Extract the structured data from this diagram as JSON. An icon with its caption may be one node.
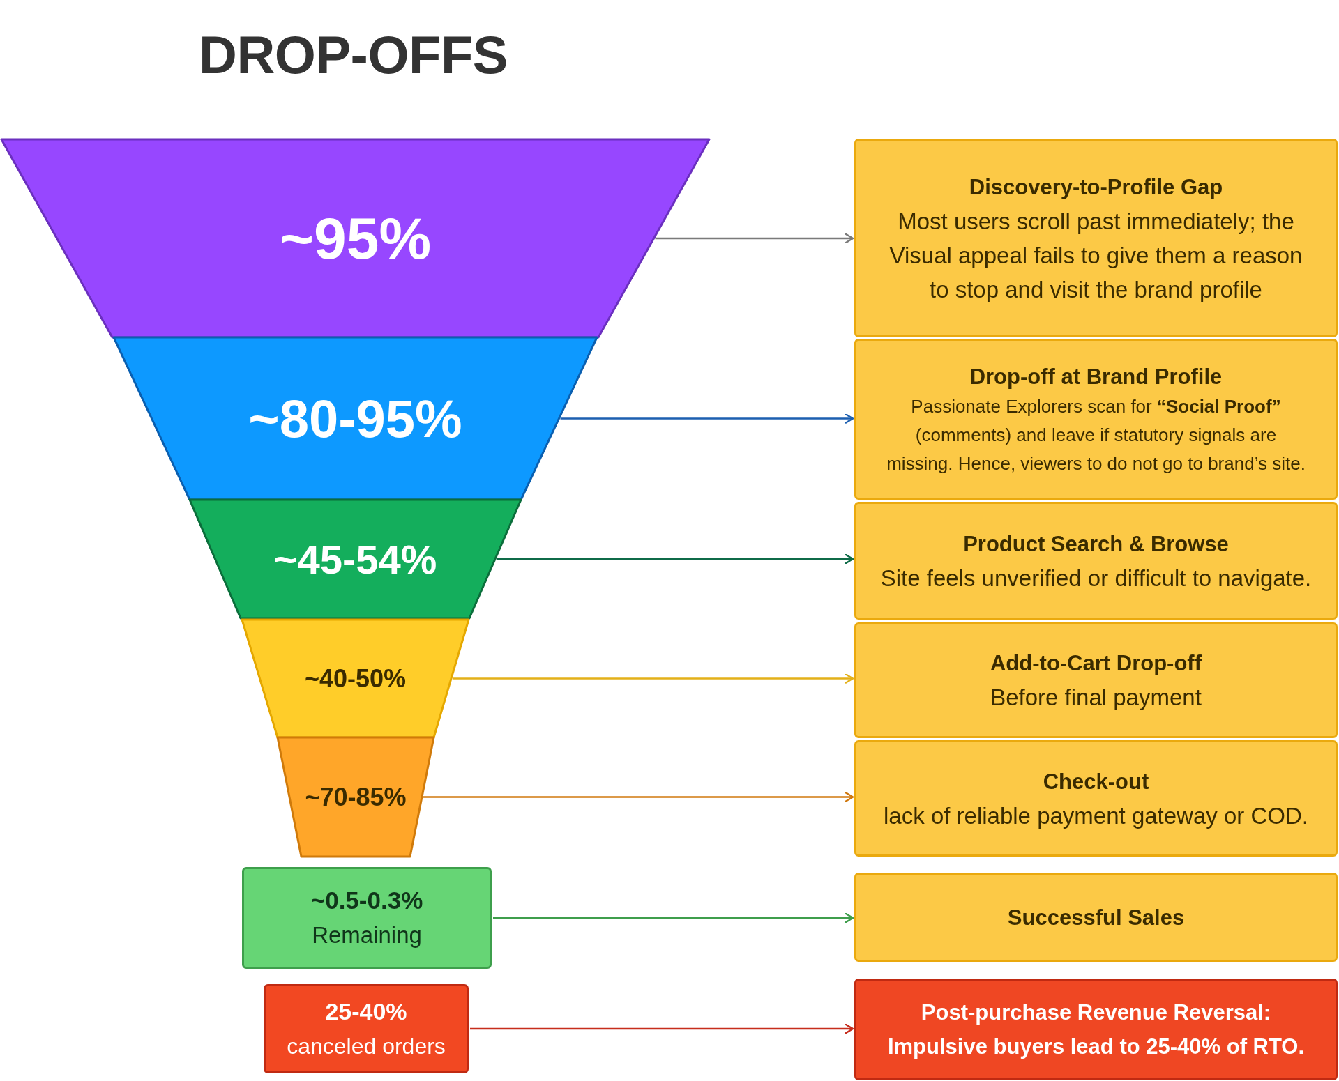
{
  "diagram": {
    "title": "DROP-OFFS",
    "nodes": [
      {
        "text": [
          "~95%"
        ]
      },
      {
        "text": [
          "Discovery-to-Profile Gap",
          "Most users scroll past immediately; the Visual appeal fails to give them a reason to stop and visit the brand profile"
        ]
      },
      {
        "text": [
          "~80-95%"
        ]
      },
      {
        "text": [
          "Drop-off at Brand Profile",
          "Passionate Explorers scan for **“Social Proof”** (comments) and leave if statutory signals are missing. Hence, viewers to do not go to brand’s site."
        ]
      },
      {
        "text": [
          "~45-54%"
        ]
      },
      {
        "text": [
          "Product Search & Browse",
          "Site feels unverified or difficult to navigate."
        ]
      },
      {
        "text": [
          "~40-50%"
        ]
      },
      {
        "text": [
          "Add-to-Cart Drop-off",
          "Before final payment"
        ]
      },
      {
        "text": [
          "~70-85%"
        ]
      },
      {
        "text": [
          "Check-out",
          "lack of reliable payment gateway or COD."
        ]
      },
      {
        "text": [
          "~0.5-0.3%",
          "Remaining"
        ]
      },
      {
        "text": [
          "Successful Sales"
        ]
      },
      {
        "text": [
          "25-40%",
          "canceled orders"
        ]
      },
      {
        "text": [
          "Post-purchase Revenue Reversal: Impulsive buyers lead to 25-40% of RTO."
        ]
      }
    ],
    "edges": [
      {
        "from": 0,
        "to": 1,
        "arrow": "to",
        "color": "#7a7a7a"
      },
      {
        "from": 2,
        "to": 3,
        "arrow": "to",
        "color": "#1d5fb0"
      },
      {
        "from": 4,
        "to": 5,
        "arrow": "to",
        "color": "#0f6b48"
      },
      {
        "from": 6,
        "to": 7,
        "arrow": "to",
        "color": "#e3b019"
      },
      {
        "from": 8,
        "to": 9,
        "arrow": "to",
        "color": "#d0780e"
      },
      {
        "from": 10,
        "to": 11,
        "arrow": "to",
        "color": "#3f9e4c"
      },
      {
        "from": 12,
        "to": 13,
        "arrow": "to",
        "color": "#c62d1c"
      }
    ]
  }
}
